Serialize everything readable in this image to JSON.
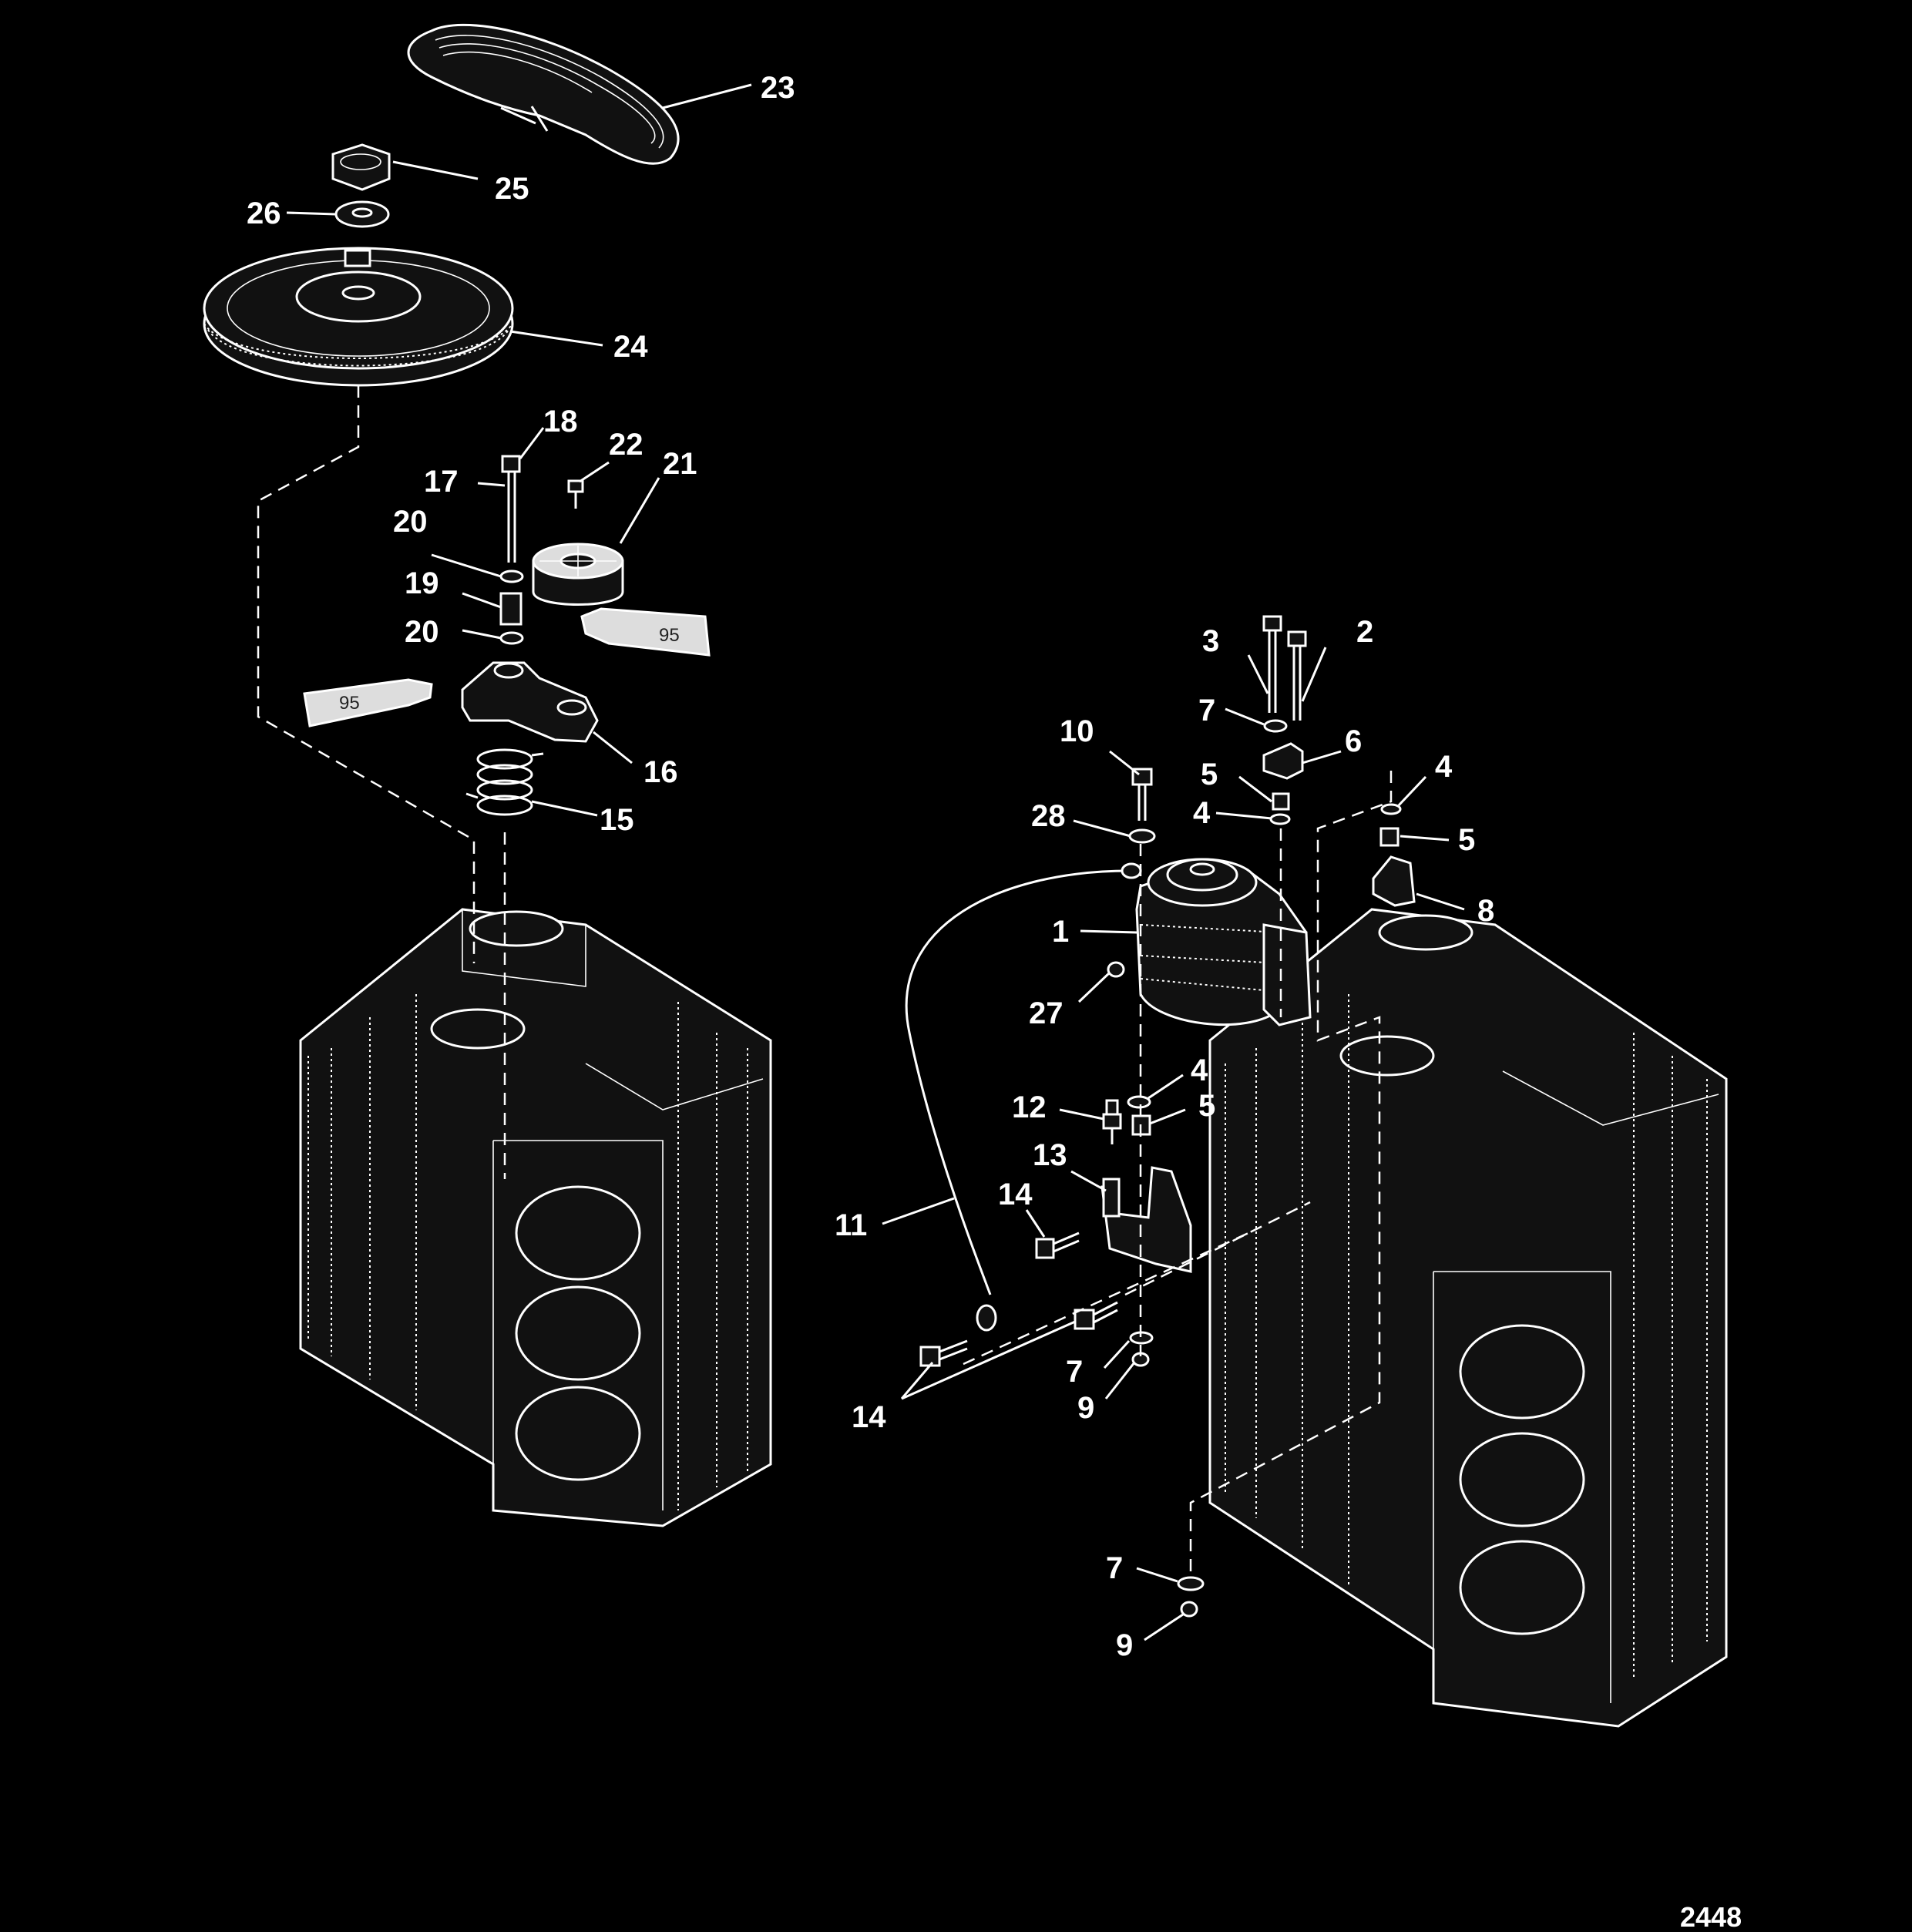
{
  "figure_id": "2448",
  "sealant_tube_text": "95",
  "callouts": [
    "1",
    "2",
    "3",
    "4",
    "5",
    "6",
    "7",
    "8",
    "9",
    "10",
    "11",
    "12",
    "13",
    "14",
    "15",
    "16",
    "17",
    "18",
    "19",
    "20",
    "21",
    "22",
    "23",
    "24",
    "25",
    "26",
    "27",
    "28"
  ],
  "icons": {
    "belt": "belt-icon",
    "flywheel": "flywheel-icon",
    "alternator": "alternator-icon",
    "engine_block": "engine-block-icon",
    "tensioner": "tensioner-icon",
    "sealant_tube": "sealant-tube-icon"
  }
}
